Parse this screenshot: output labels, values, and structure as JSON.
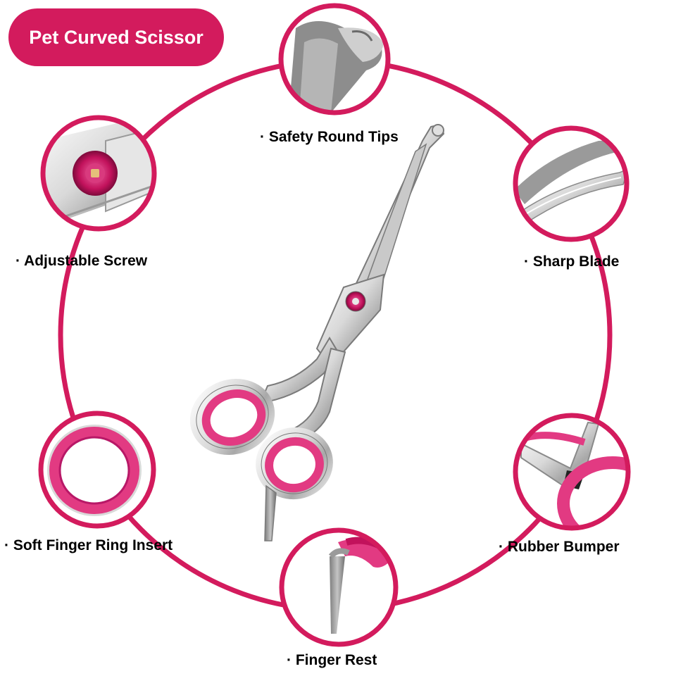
{
  "title": "Pet Curved Scissor",
  "colors": {
    "accent": "#d31b5d",
    "ring_pink": "#e23a82",
    "steel_light": "#f3f3f3",
    "steel_dark": "#8a8a8a",
    "background": "#ffffff"
  },
  "features": [
    {
      "label": "· Safety Round Tips"
    },
    {
      "label": "· Adjustable Screw"
    },
    {
      "label": "· Sharp Blade"
    },
    {
      "label": "· Soft Finger Ring Insert"
    },
    {
      "label": "· Rubber Bumper"
    },
    {
      "label": "· Finger Rest"
    }
  ]
}
